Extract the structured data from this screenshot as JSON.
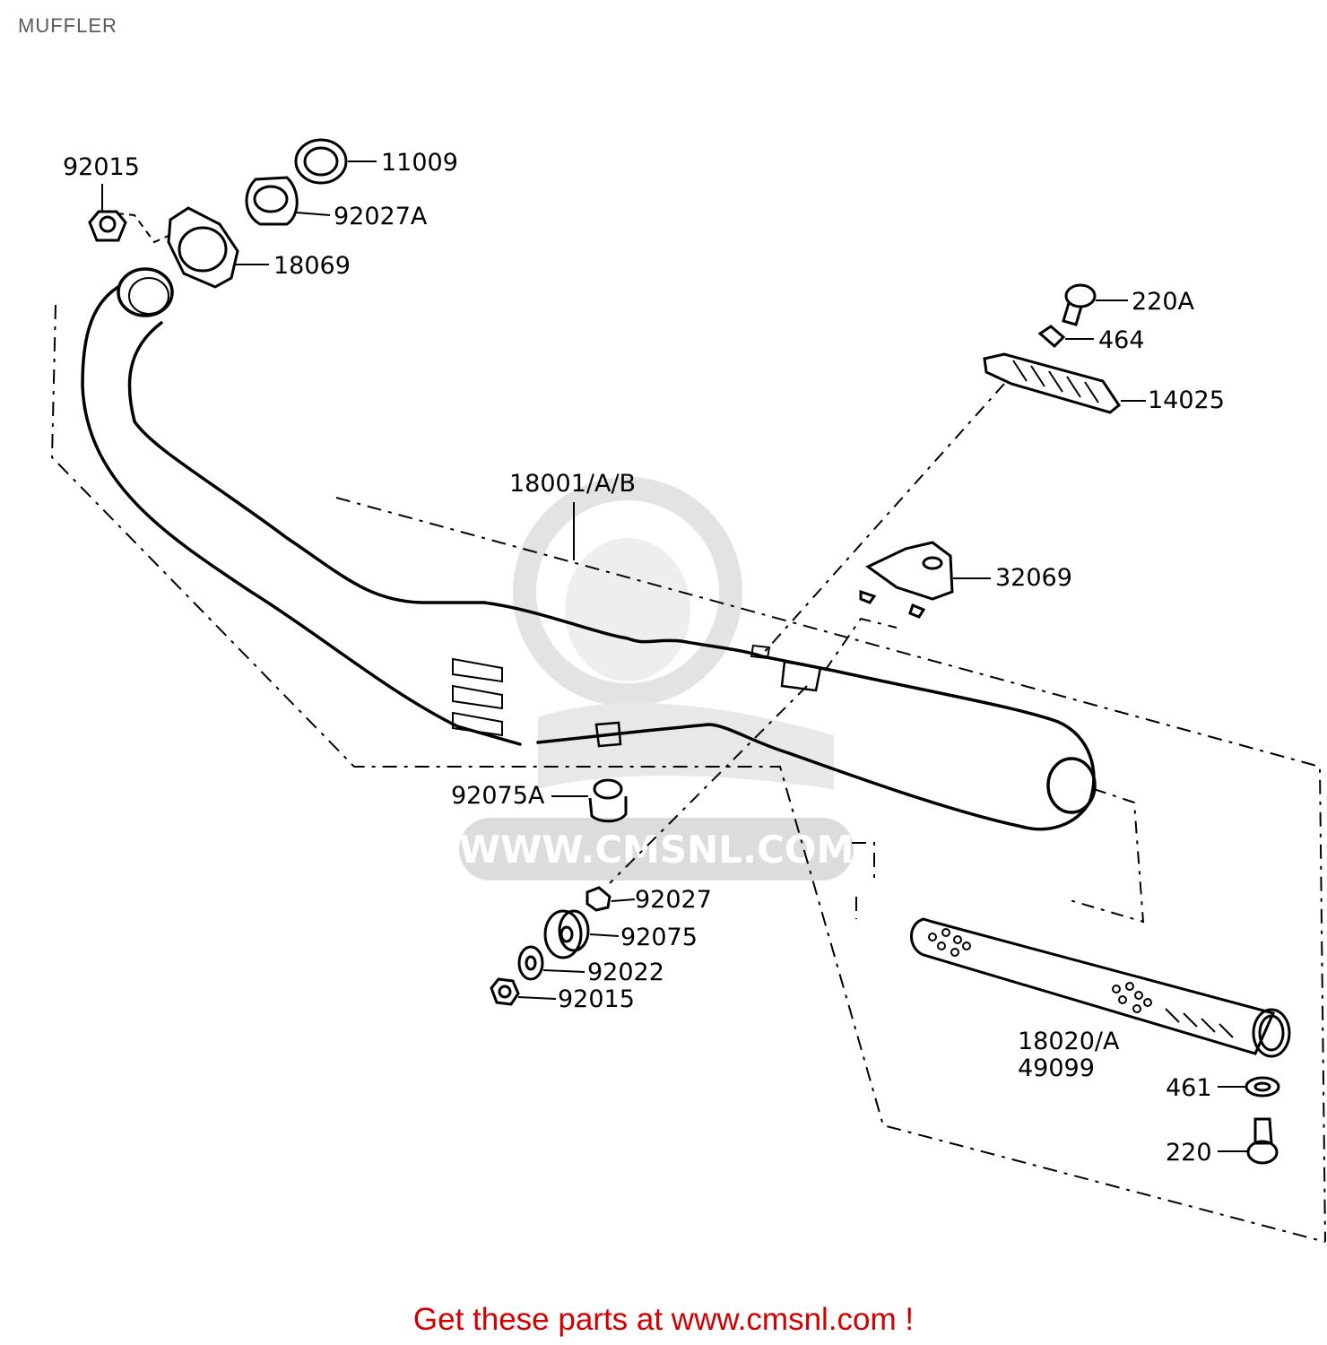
{
  "page": {
    "title": "MUFFLER"
  },
  "parts": [
    {
      "id": "92015-top",
      "label": "92015"
    },
    {
      "id": "11009",
      "label": "11009"
    },
    {
      "id": "92027A",
      "label": "92027A"
    },
    {
      "id": "18069",
      "label": "18069"
    },
    {
      "id": "220A",
      "label": "220A"
    },
    {
      "id": "464",
      "label": "464"
    },
    {
      "id": "14025",
      "label": "14025"
    },
    {
      "id": "18001",
      "label": "18001/A/B"
    },
    {
      "id": "32069",
      "label": "32069"
    },
    {
      "id": "92075A",
      "label": "92075A"
    },
    {
      "id": "92027",
      "label": "92027"
    },
    {
      "id": "92075",
      "label": "92075"
    },
    {
      "id": "92022",
      "label": "92022"
    },
    {
      "id": "92015-bottom",
      "label": "92015"
    },
    {
      "id": "18020",
      "label": "18020/A"
    },
    {
      "id": "49099",
      "label": "49099"
    },
    {
      "id": "461",
      "label": "461"
    },
    {
      "id": "220",
      "label": "220"
    }
  ],
  "watermark": {
    "text": "WWW.CMSNL.COM"
  },
  "footer": {
    "text": "Get these parts at www.cmsnl.com !"
  },
  "colors": {
    "footer": "#d40000",
    "title": "#5a5a5a",
    "line": "#000000",
    "watermark": "#dddddd"
  }
}
